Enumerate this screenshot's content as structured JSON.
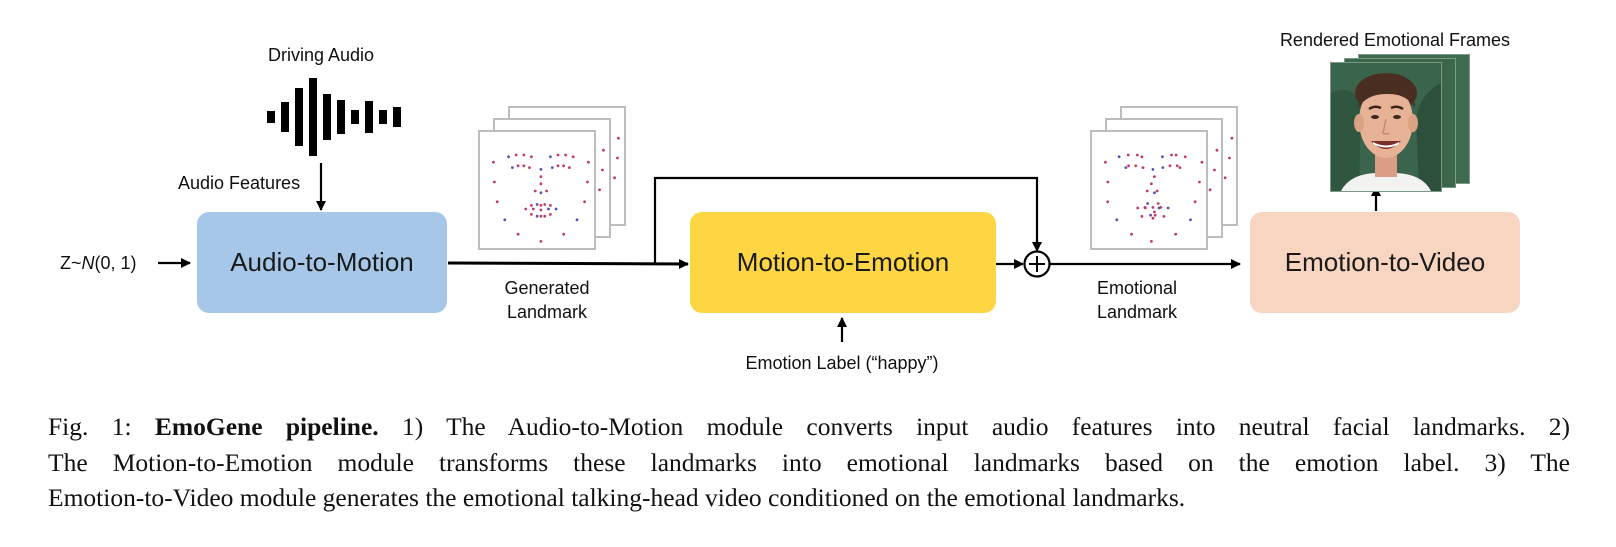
{
  "diagram": {
    "input_label": "Z~",
    "input_label_italic": "N",
    "input_label_tail": "(0, 1)",
    "driving_audio_label": "Driving Audio",
    "audio_features_label": "Audio Features",
    "audio_to_motion_label": "Audio-to-Motion",
    "generated_landmark_label": "Generated\nLandmark",
    "motion_to_emotion_label": "Motion-to-Emotion",
    "emotion_label_text": "Emotion Label (“happy”)",
    "plus_symbol": "+",
    "emotional_landmark_label": "Emotional\nLandmark",
    "emotion_to_video_label": "Emotion-to-Video",
    "rendered_frames_label": "Rendered Emotional Frames",
    "colors": {
      "audio_to_motion": "#a7c7e9",
      "motion_to_emotion": "#fed543",
      "emotion_to_video": "#f8d5c1",
      "landmark_dot": "#c23b6a",
      "landmark_frame": "#bdbdbd"
    }
  },
  "caption": {
    "prefix": "Fig. 1:",
    "title": "EmoGene pipeline.",
    "line1": " 1) The Audio-to-Motion module converts input audio features into neutral facial landmarks. 2)",
    "line2": "The Motion-to-Emotion module transforms these landmarks into emotional landmarks based on the emotion label. 3) The",
    "line3": "Emotion-to-Video module generates the emotional talking-head video conditioned on the emotional landmarks."
  }
}
